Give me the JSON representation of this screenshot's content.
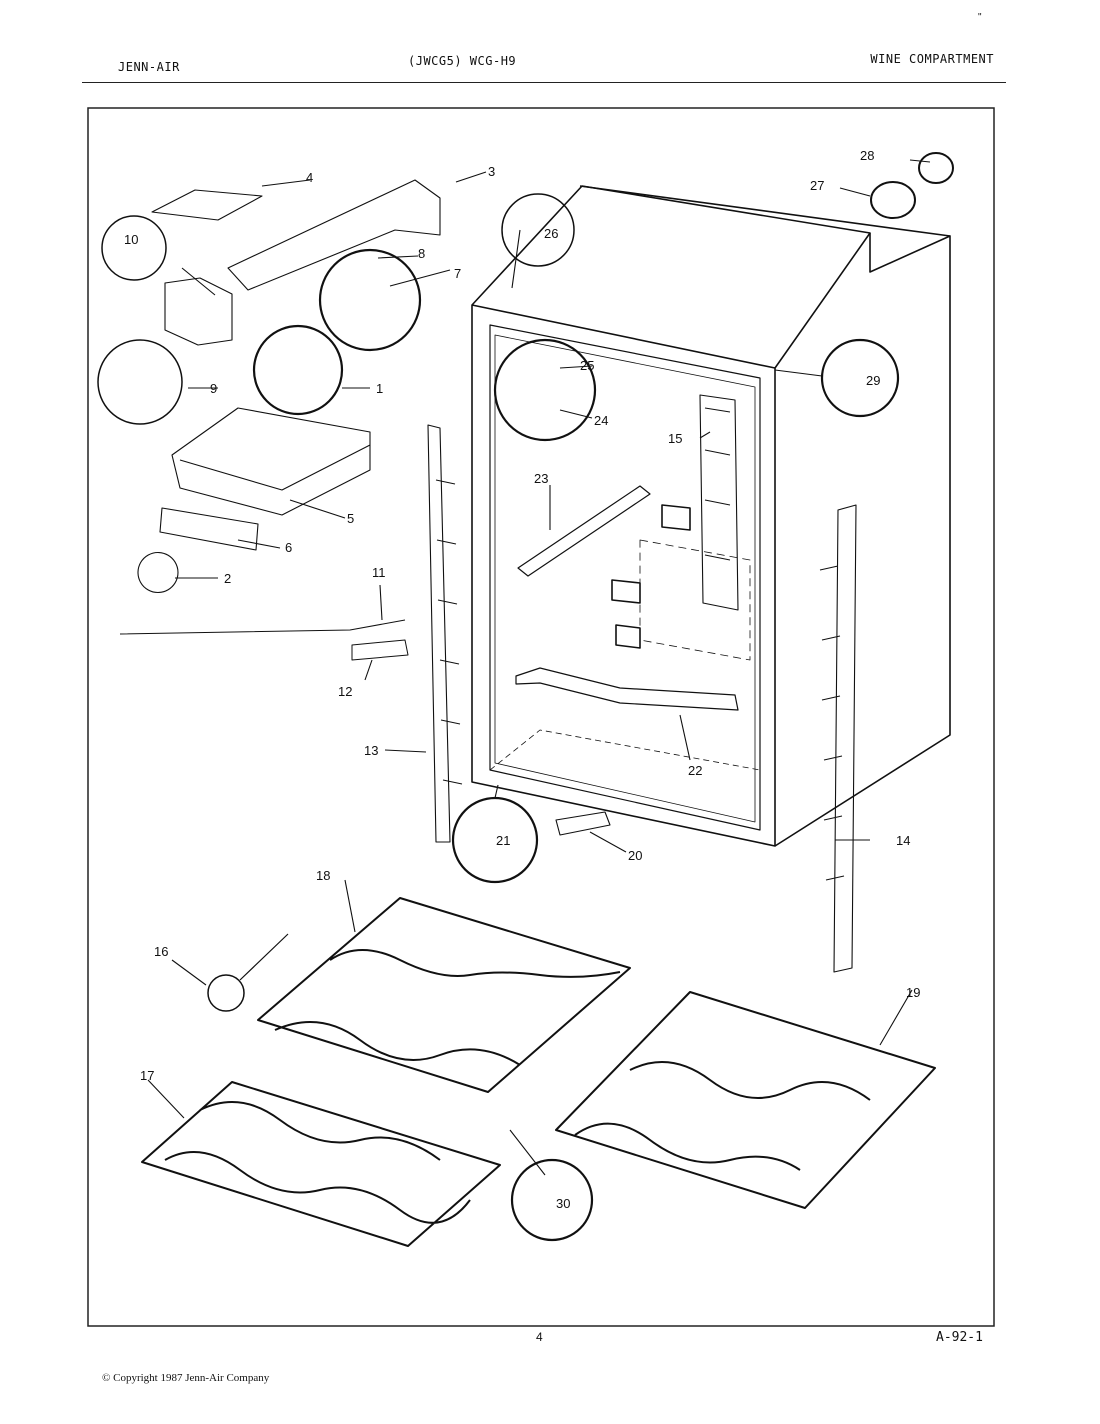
{
  "header": {
    "brand": "JENN-AIR",
    "model": "(JWCG5) WCG-H9",
    "section": "WINE COMPARTMENT"
  },
  "callouts": [
    "1",
    "2",
    "3",
    "4",
    "5",
    "6",
    "7",
    "8",
    "9",
    "10",
    "11",
    "12",
    "13",
    "14",
    "15",
    "16",
    "17",
    "18",
    "19",
    "20",
    "21",
    "22",
    "23",
    "24",
    "25",
    "26",
    "27",
    "28",
    "29",
    "30"
  ],
  "footer": {
    "page_number": "4",
    "page_code": "A-92-1",
    "copyright": "© Copyright 1987 Jenn-Air Company"
  },
  "corner_mark": "\""
}
